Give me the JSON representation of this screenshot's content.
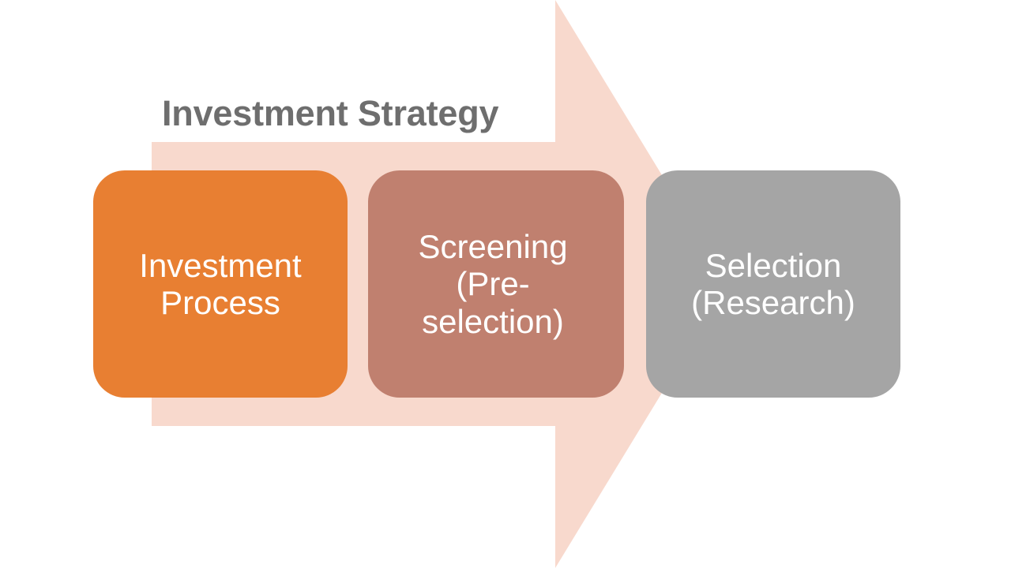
{
  "page": {
    "title": "Investment Strategy",
    "title_color": "#6e6e6e",
    "background_color": "#ffffff"
  },
  "arrow": {
    "name": "right-pointing-arrow",
    "fill_color": "#F8D9CD"
  },
  "steps": [
    {
      "label": "Investment\nProcess",
      "name": "investment-process",
      "fill_color": "#E87F32",
      "text_color": "#ffffff"
    },
    {
      "label": "Screening\n(Pre-\nselection)",
      "name": "screening-pre-selection",
      "fill_color": "#C0806F",
      "text_color": "#ffffff"
    },
    {
      "label": "Selection\n(Research)",
      "name": "selection-research",
      "fill_color": "#A5A5A5",
      "text_color": "#ffffff"
    }
  ]
}
